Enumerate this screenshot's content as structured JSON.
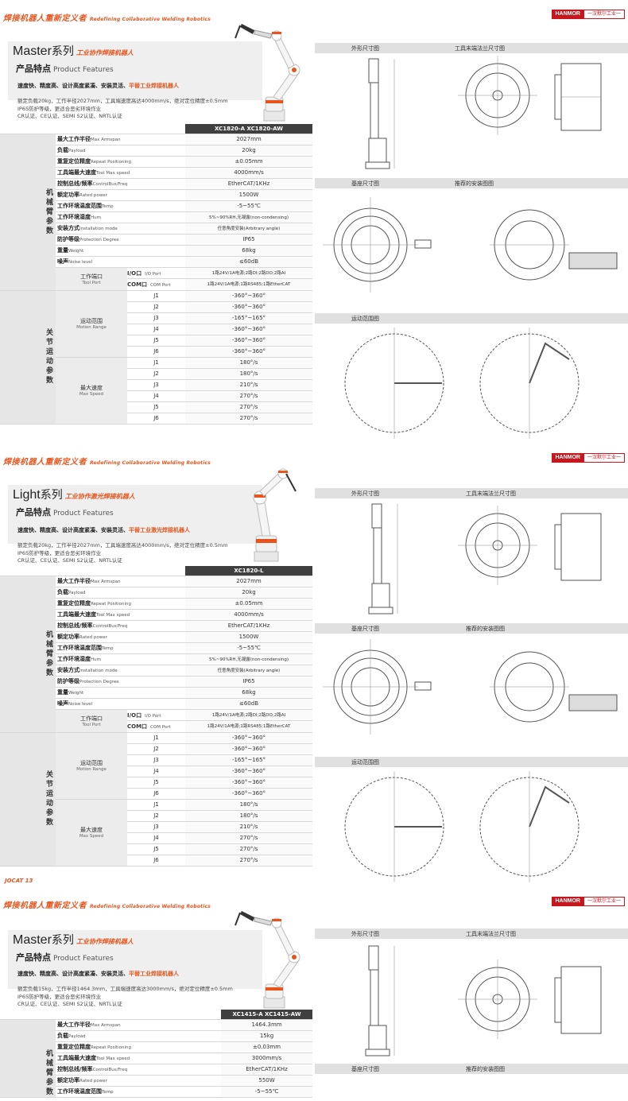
{
  "common": {
    "tagline_cn": "焊接机器人重新定义者",
    "tagline_en": "Redefining Collaborative Welding Robotics",
    "brand_logo": "HANMOR",
    "brand_sub": "一汉默尔工业一",
    "features_cn": "产品特点",
    "features_en": "Product Features",
    "section_outer": "外形尺寸图",
    "section_flange": "工具末端法兰尺寸图",
    "section_base": "基座尺寸图",
    "section_install": "推荐的安装图图",
    "section_motion": "运动范围图",
    "group_arm": "机械臂参数",
    "group_joint": "关节运动参数",
    "motion_range_cn": "运动范围",
    "motion_range_en": "Motion Range",
    "max_speed_cn": "最大速度",
    "max_speed_en": "Max Speed",
    "tool_port_cn": "工作端口",
    "tool_port_en": "Tool Port",
    "io_cn": "I/O口",
    "io_en": "I/O Port",
    "com_cn": "COM口",
    "com_en": "COM Port",
    "accent": "#e8541c",
    "header_bg": "#3f3f3f"
  },
  "labels": [
    {
      "cn": "最大工作半径",
      "en": "Max Armspan"
    },
    {
      "cn": "负载",
      "en": "Payload"
    },
    {
      "cn": "重复定位精度",
      "en": "Repeat Positioning"
    },
    {
      "cn": "工具端最大速度",
      "en": "Tool Max speed"
    },
    {
      "cn": "控制总线/频率",
      "en": "ControlBus/Freq"
    },
    {
      "cn": "额定功率",
      "en": "Rated power"
    },
    {
      "cn": "工作环境温度范围",
      "en": "Temp"
    },
    {
      "cn": "工作环境湿度",
      "en": "Hum"
    },
    {
      "cn": "安装方式",
      "en": "Installation mode"
    },
    {
      "cn": "防护等级",
      "en": "Protection Degree"
    },
    {
      "cn": "重量",
      "en": "Weight"
    },
    {
      "cn": "噪声",
      "en": "Noise level"
    }
  ],
  "joints": [
    "J1",
    "J2",
    "J3",
    "J4",
    "J5",
    "J6"
  ],
  "pages": [
    {
      "series": "Master",
      "series_cn": "系列",
      "series_sub": "工业协作焊接机器人",
      "feat_line": "速度快、精度高、设计高度紧凑、安装灵活、",
      "feat_hl": "平替工业焊接机器人",
      "desc1": "额定负载20kg，工作半径2027mm，工具端速度高达4000mm/s，绝对定位精度±0.5mm",
      "desc2": "IP65防护等级，更适合恶劣环境作业",
      "desc3": "CR认证、CE认证、SEMI S2认证、NRTL认证",
      "model": "XC1820-A  XC1820-AW",
      "values": [
        "2027mm",
        "20kg",
        "±0.05mm",
        "4000mm/s",
        "EtherCAT/1KHz",
        "1500W",
        "-5~55℃",
        "5%~90%RH,无凝露(non-condensing)",
        "任意角度安装(Arbitrary angle)",
        "IP65",
        "68kg",
        "≤60dB"
      ],
      "io_val": "1路24V/1A电源;2路DI;2路DO;2路AI",
      "com_val": "1路24V/1A电源;1路RS485;1路EtherCAT",
      "range": [
        "-360°~360°",
        "-360°~360°",
        "-165°~165°",
        "-360°~360°",
        "-360°~360°",
        "-360°~360°"
      ],
      "speed": [
        "180°/s",
        "180°/s",
        "210°/s",
        "270°/s",
        "270°/s",
        "270°/s"
      ]
    },
    {
      "series": "Light",
      "series_cn": "系列",
      "series_sub": "工业协作激光焊接机器人",
      "feat_line": "速度快、精度高、设计高度紧凑、安装灵活、",
      "feat_hl": "平替工业激光焊接机器人",
      "desc1": "额定负载20kg，工作半径2027mm，工具端速度高达4000mm/s，绝对定位精度±0.5mm",
      "desc2": "IP65防护等级，更适合恶劣环境作业",
      "desc3": "CR认证、CE认证、SEMI S2认证、NRTL认证",
      "model": "XC1820-L",
      "values": [
        "2027mm",
        "20kg",
        "±0.05mm",
        "4000mm/s",
        "EtherCAT/1KHz",
        "1500W",
        "-5~55℃",
        "5%~90%RH,无凝露(non-condensing)",
        "任意角度安装(Arbitrary angle)",
        "IP65",
        "68kg",
        "≤60dB"
      ],
      "io_val": "1路24V/1A电源;2路DI;2路DO;2路AI",
      "com_val": "1路24V/1A电源;1路RS485;1路EtherCAT",
      "range": [
        "-360°~360°",
        "-360°~360°",
        "-165°~165°",
        "-360°~360°",
        "-360°~360°",
        "-360°~360°"
      ],
      "speed": [
        "180°/s",
        "180°/s",
        "210°/s",
        "270°/s",
        "270°/s",
        "270°/s"
      ],
      "footer": "JOCAT 13"
    },
    {
      "series": "Master",
      "series_cn": "系列",
      "series_sub": "工业协作焊接机器人",
      "feat_line": "速度快、精度高、设计高度紧凑、安装灵活、",
      "feat_hl": "平替工业焊接机器人",
      "desc1": "额定负载15kg，工作半径1464.3mm，工具端速度高达3000mm/s，绝对定位精度±0.5mm",
      "desc2": "IP65防护等级，更适合恶劣环境作业",
      "desc3": "CR认证、CE认证、SEMI S2认证、NRTL认证",
      "model": "XC1415-A  XC1415-AW",
      "values": [
        "1464.3mm",
        "15kg",
        "±0.03mm",
        "3000mm/s",
        "EtherCAT/1KHz",
        "550W",
        "-5~55℃"
      ]
    }
  ]
}
